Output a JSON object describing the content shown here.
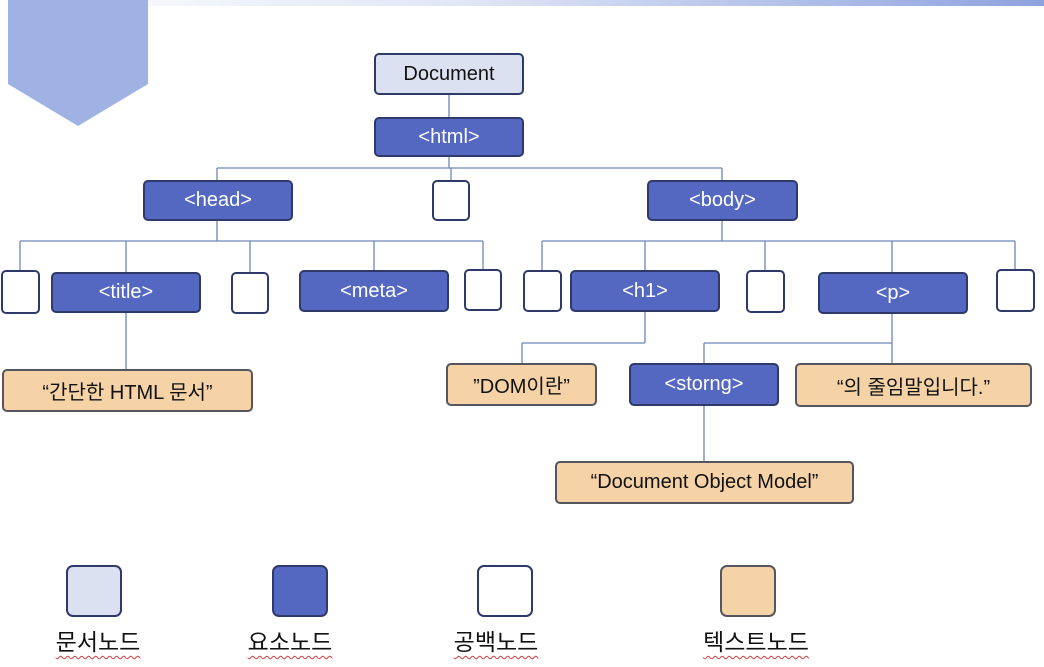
{
  "nodes": {
    "document": "Document",
    "html": "<html>",
    "head": "<head>",
    "body": "<body>",
    "title": "<title>",
    "meta": "<meta>",
    "h1": "<h1>",
    "p": "<p>",
    "strong": "<storng>",
    "title_text": "“간단한 HTML 문서”",
    "h1_text": "”DOM이란”",
    "p_text": "“의 줄임말입니다.”",
    "strong_text": "“Document Object Model”"
  },
  "legend": {
    "document_node": "문서노드",
    "element_node": "요소노드",
    "whitespace_node": "공백노드",
    "text_node": "텍스트노드"
  },
  "colors": {
    "document_node": "#dce1f1",
    "element_node": "#5468c1",
    "whitespace_node": "#ffffff",
    "text_node": "#f5d3a7",
    "border": "#2f3a6b",
    "connector": "#6e86b8"
  }
}
